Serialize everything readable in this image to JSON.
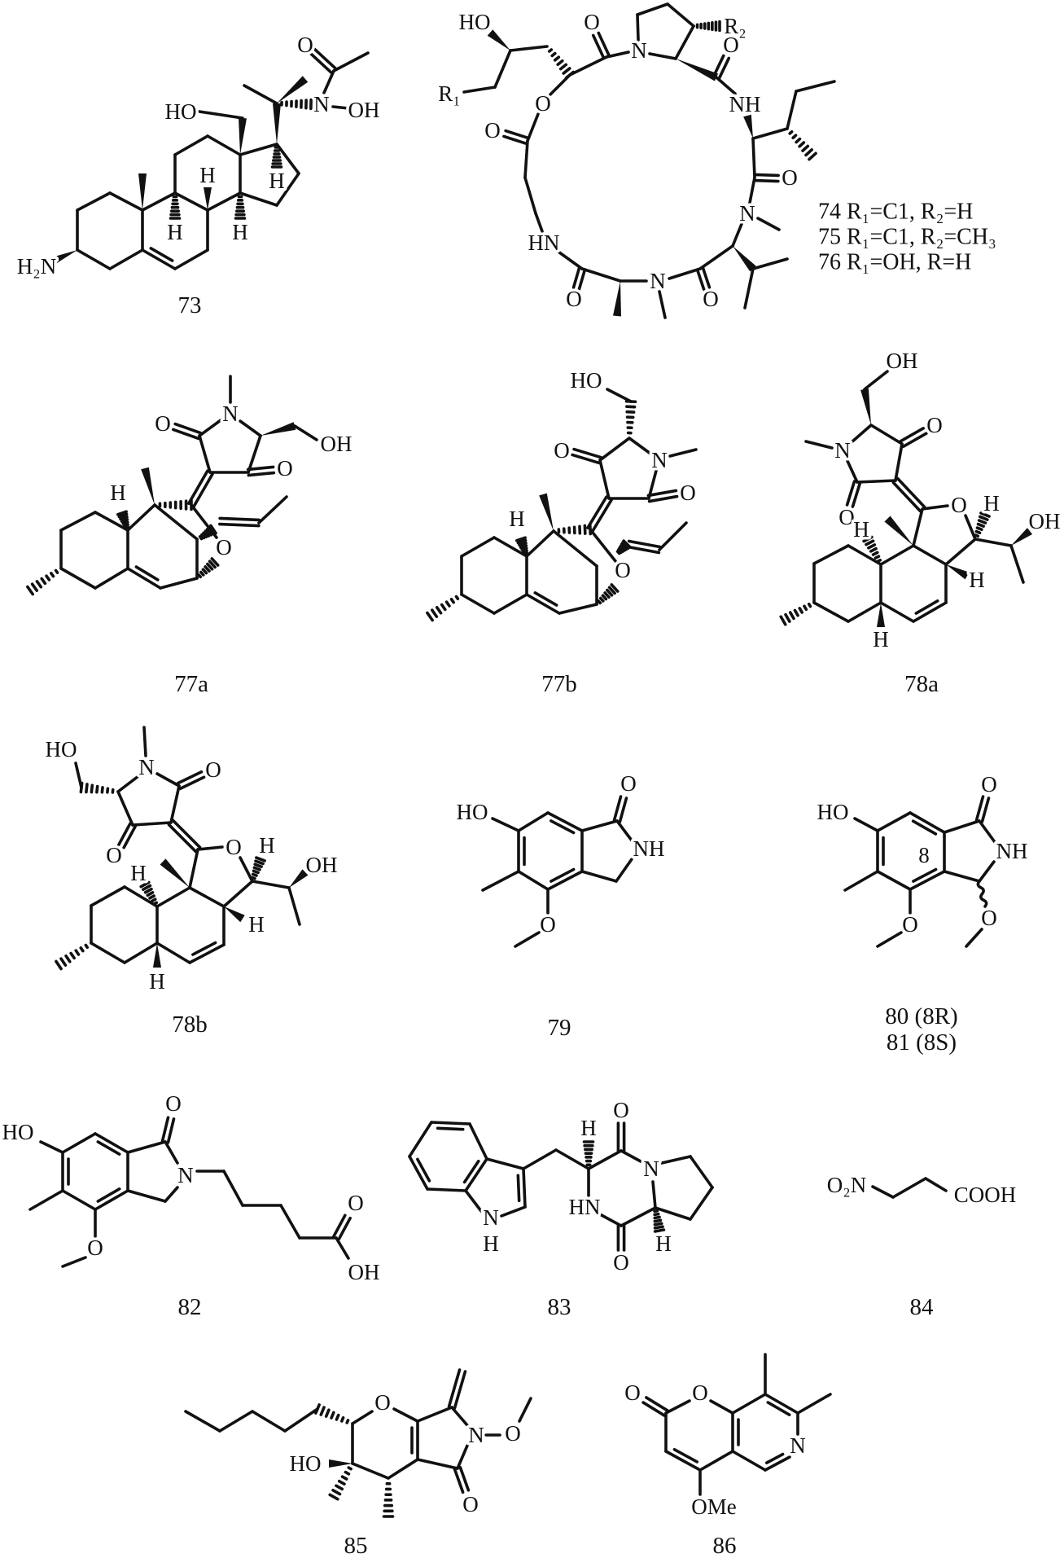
{
  "figure": {
    "compounds": [
      {
        "labels": [
          "73"
        ],
        "atoms": [
          "HO",
          "N",
          "OH",
          "O",
          "H₂N",
          "H",
          "H",
          "H",
          "H"
        ]
      },
      {
        "labels": [
          "74 R₁=C1, R₂=H",
          "75 R₁=C1, R₂=CH₃",
          "76 R₁=OH, R=H"
        ],
        "atoms": [
          "HO",
          "R₁",
          "O",
          "O",
          "O",
          "N",
          "R₂",
          "O",
          "NH",
          "O",
          "N",
          "HN",
          "N",
          "O",
          "O"
        ]
      },
      {
        "labels": [
          "77a"
        ],
        "atoms": [
          "N",
          "O",
          "OH",
          "O",
          "H",
          "O"
        ]
      },
      {
        "labels": [
          "77b"
        ],
        "atoms": [
          "HO",
          "O",
          "N",
          "O",
          "H",
          "O"
        ]
      },
      {
        "labels": [
          "78a"
        ],
        "atoms": [
          "OH",
          "O",
          "N",
          "O",
          "O",
          "H",
          "OH",
          "H",
          "H",
          "H"
        ]
      },
      {
        "labels": [
          "78b"
        ],
        "atoms": [
          "HO",
          "N",
          "O",
          "O",
          "O",
          "H",
          "OH",
          "H",
          "H",
          "H"
        ]
      },
      {
        "labels": [
          "79"
        ],
        "atoms": [
          "HO",
          "NH",
          "O",
          "O"
        ]
      },
      {
        "labels": [
          "80 (8R)",
          "81 (8S)"
        ],
        "atoms": [
          "HO",
          "8",
          "NH",
          "O",
          "O",
          "O"
        ]
      },
      {
        "labels": [
          "82"
        ],
        "atoms": [
          "HO",
          "O",
          "N",
          "O",
          "OH",
          "O"
        ]
      },
      {
        "labels": [
          "83"
        ],
        "atoms": [
          "N",
          "H",
          "H",
          "O",
          "N",
          "HN",
          "H",
          "O"
        ]
      },
      {
        "labels": [
          "84"
        ],
        "atoms": [
          "O₂N",
          "COOH"
        ]
      },
      {
        "labels": [
          "85"
        ],
        "atoms": [
          "O",
          "N",
          "O",
          "O",
          "HO"
        ]
      },
      {
        "labels": [
          "86"
        ],
        "atoms": [
          "O",
          "O",
          "N",
          "OMe"
        ]
      }
    ]
  }
}
